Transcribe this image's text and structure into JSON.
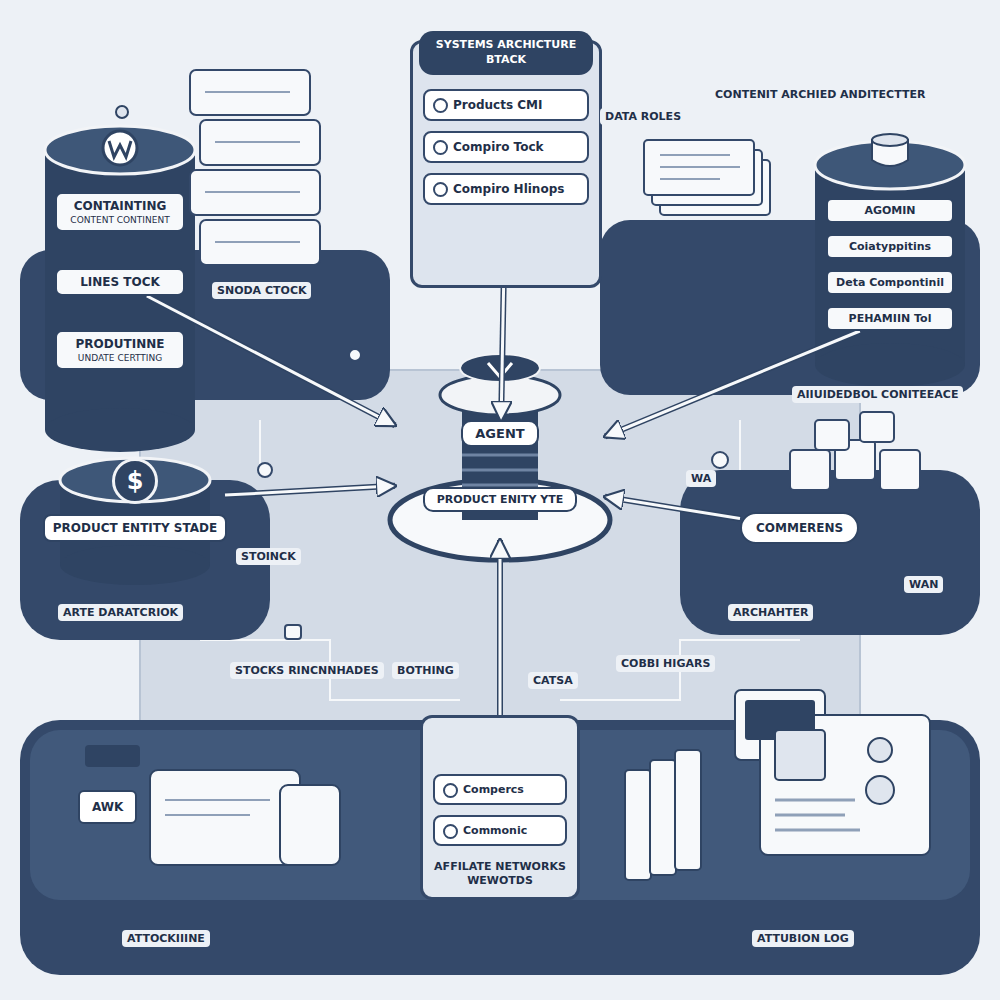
{
  "diagram": {
    "nodes": [
      {
        "text": [
          "SYSTEMS ARCHICTURE BTACK"
        ]
      },
      {
        "text": [
          "Products CMI"
        ],
        "in": 0
      },
      {
        "text": [
          "Compiro Tock"
        ],
        "in": 0
      },
      {
        "text": [
          "Compiro Hlinops"
        ],
        "in": 0
      },
      {
        "text": [
          "CONTAINTING",
          "CONTENT CONTINENT"
        ]
      },
      {
        "text": [
          "LINES TOCK"
        ]
      },
      {
        "text": [
          "PRODUTINNE",
          "UNDATE CERTTING"
        ]
      },
      {
        "text": [
          "AGOMIN"
        ]
      },
      {
        "text": [
          "Coiatyppitins"
        ]
      },
      {
        "text": [
          "Deta Compontinil"
        ]
      },
      {
        "text": [
          "PEHAMIIN Tol"
        ]
      },
      {
        "text": [
          "AGENT",
          "PRODUCT ENITY YTE"
        ]
      },
      {
        "text": [
          "$",
          "PRODUCT ENTITY STADE"
        ]
      },
      {
        "text": [
          "COMMERENS"
        ]
      },
      {
        "text": [
          "AFFILATE NETWORKS WEWOTDS"
        ]
      },
      {
        "text": [
          "Compercs"
        ],
        "in": 14
      },
      {
        "text": [
          "Commonic"
        ],
        "in": 14
      },
      {
        "text": [
          "AWK"
        ]
      }
    ],
    "edges": [
      {
        "from": 0,
        "to": 11,
        "arrow": "to"
      },
      {
        "from": 5,
        "to": 11,
        "arrow": "to"
      },
      {
        "from": 10,
        "to": 11,
        "arrow": "to"
      },
      {
        "from": 12,
        "to": 11,
        "arrow": "to"
      },
      {
        "from": 13,
        "to": 11,
        "arrow": "to"
      },
      {
        "from": 14,
        "to": 11,
        "arrow": "to"
      }
    ],
    "labels": [
      "SNODA CTOCK",
      "DATA ROLES",
      "CONTENIT ARCHIED ANDITECTTER",
      "AIIUIDEDBOL CONITEEACE",
      "STOINCK",
      "ARTE DARATCRIOK",
      "WA",
      "ARCHAHTER",
      "WAN",
      "STOCKS RINCNNHADES",
      "BOTHING",
      "CATSA",
      "COBBI HIGARS",
      "ATTOCKIIINE",
      "ATTUBION LOG"
    ]
  }
}
